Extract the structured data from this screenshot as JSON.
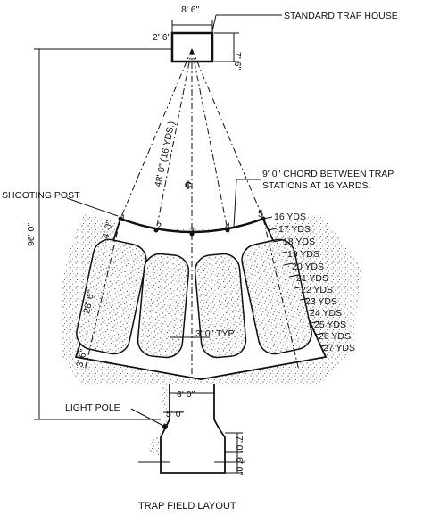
{
  "figure": {
    "caption": "TRAP FIELD LAYOUT"
  },
  "labels": {
    "standard_trap_house": "STANDARD TRAP HOUSE",
    "shooting_post": "SHOOTING POST",
    "chord_line1": "9' 0\" CHORD BETWEEN TRAP",
    "chord_line2": "STATIONS AT 16 YARDS.",
    "light_pole": "LIGHT POLE",
    "centerline": "¢"
  },
  "dimensions": {
    "house_width": "8' 6\"",
    "house_depth": "7' 6\"",
    "house_offset": "2' 6\"",
    "radius_16yds": "48' 0\" (16 YDS.)",
    "overall": "96' 0\"",
    "walk_width": "4' 0\"",
    "walk_length": "28' 6\"",
    "post_offset": "3' 6\"",
    "path_width": "3' 0\" TYP",
    "stem_width": "6' 0\"",
    "pole_offset": "5' 0\"",
    "stem_length": "7' 0\"",
    "stem_end": "6' 0\""
  },
  "stations": [
    "1",
    "2",
    "3",
    "4",
    "5"
  ],
  "yard_marks": [
    "16 YDS",
    "17 YDS",
    "18 YDS",
    "19 YDS",
    "20 YDS",
    "21 YDS",
    "22 YDS",
    "23 YDS",
    "24 YDS",
    "25 YDS",
    "26 YDS",
    "27 YDS"
  ]
}
